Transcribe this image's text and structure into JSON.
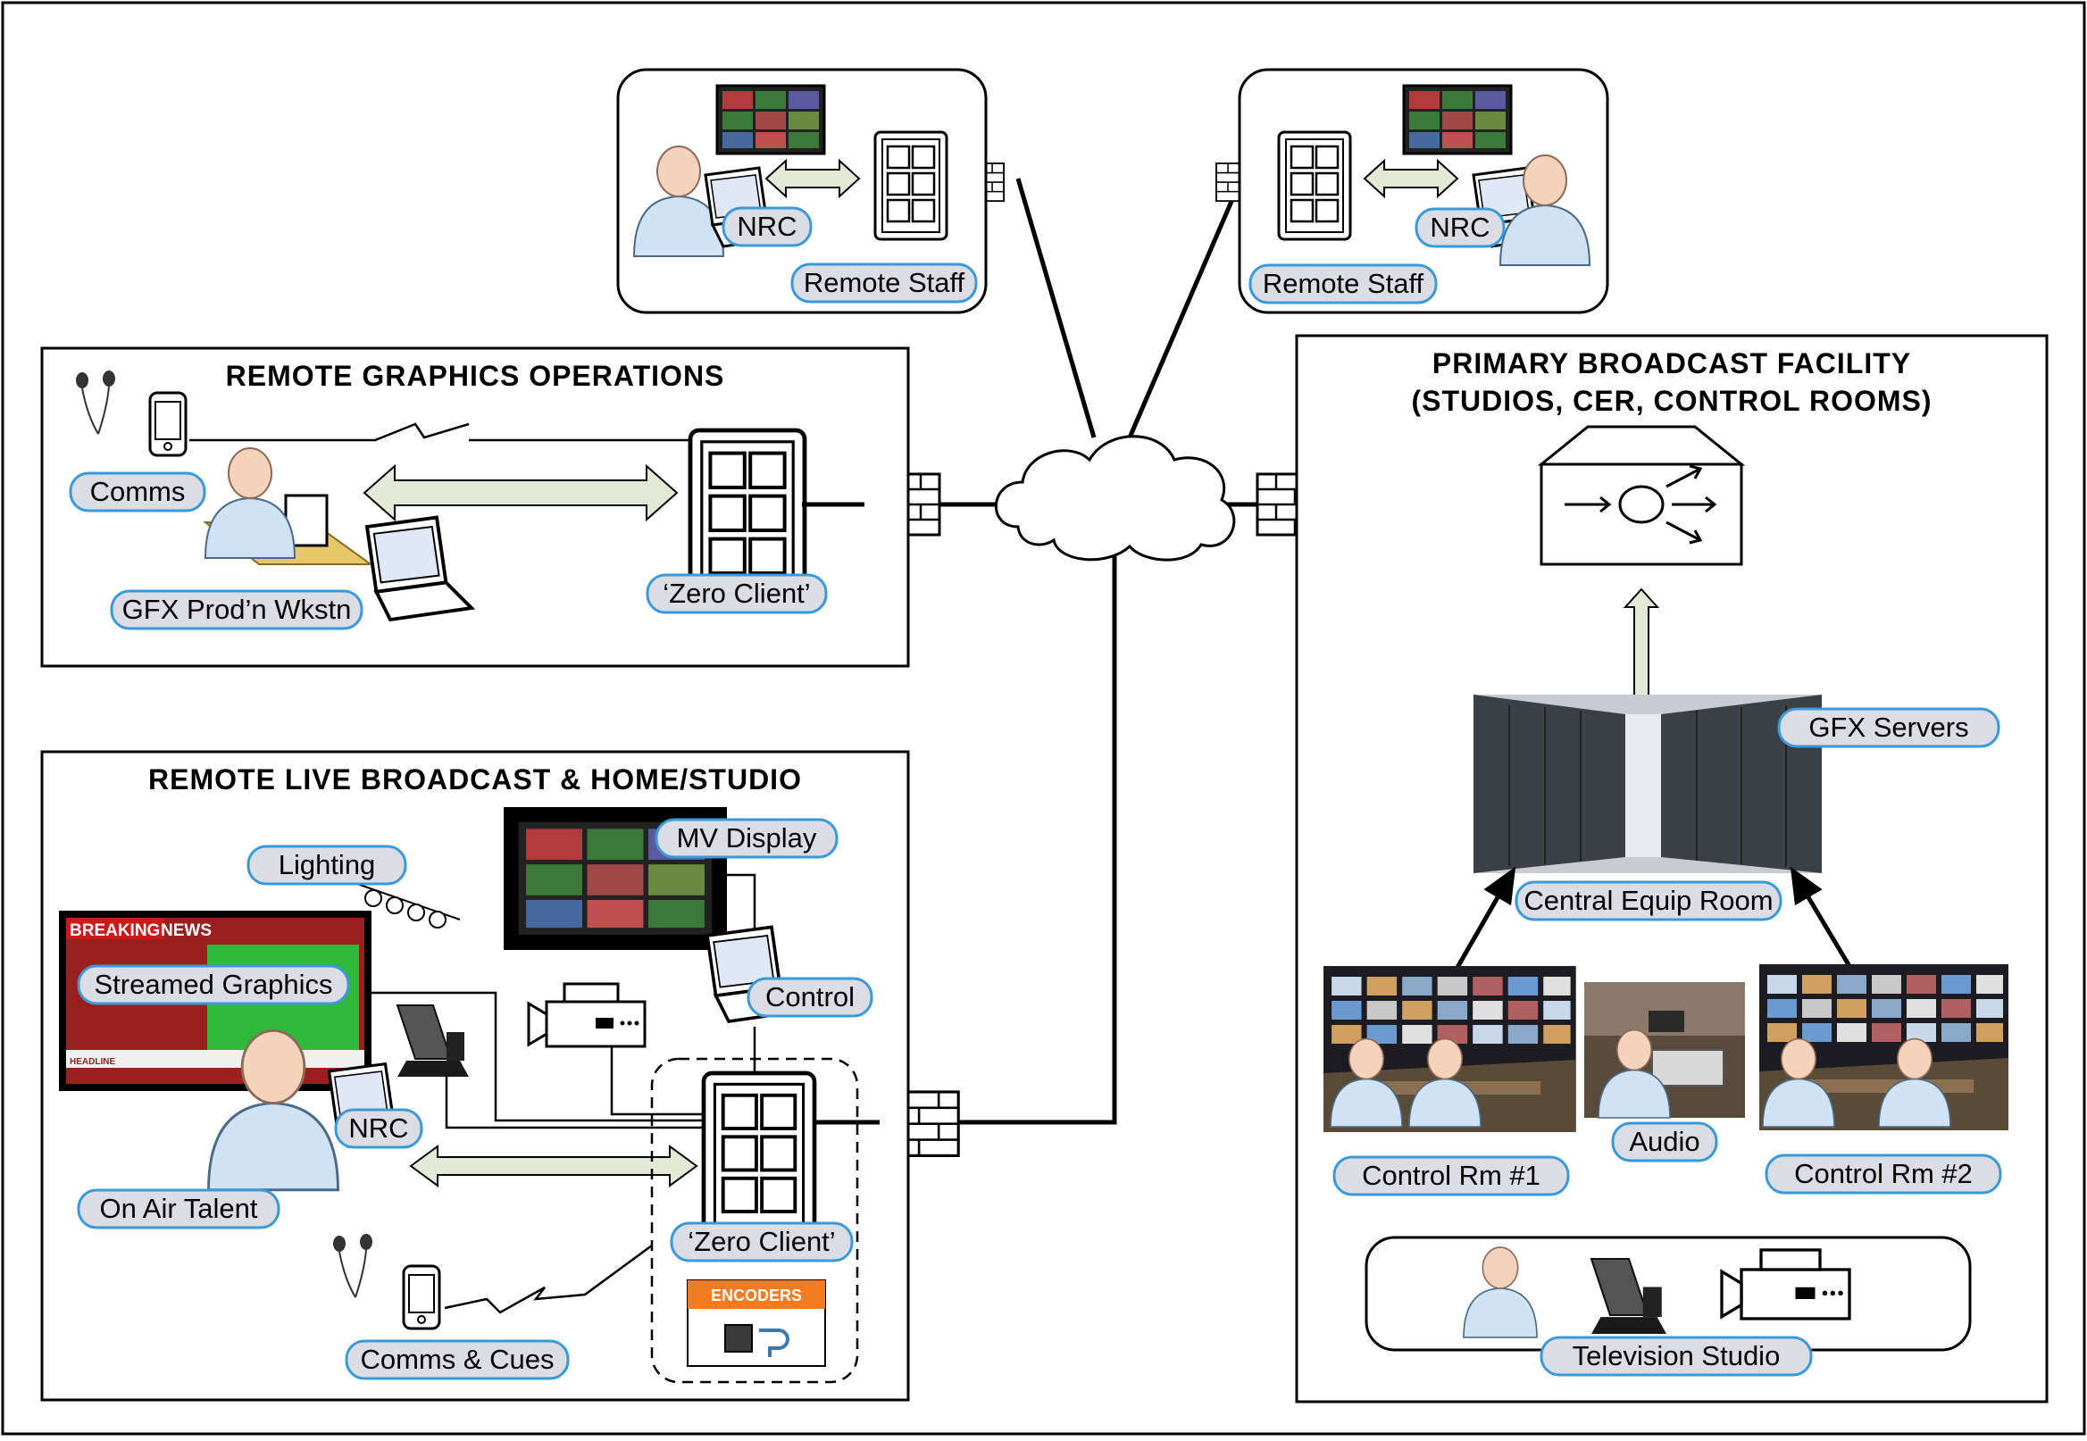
{
  "titles": {
    "remote_graphics": "REMOTE GRAPHICS OPERATIONS",
    "remote_live": "REMOTE  LIVE BROADCAST & HOME/STUDIO",
    "primary_line1": "PRIMARY BROADCAST FACILITY",
    "primary_line2": "(STUDIOS, CER, CONTROL ROOMS)"
  },
  "labels": {
    "remote_staff_left_nrc": "NRC",
    "remote_staff_left": "Remote Staff",
    "remote_staff_right_nrc": "NRC",
    "remote_staff_right": "Remote Staff",
    "comms": "Comms",
    "gfx_prodn_wkstn": "GFX Prod’n Wkstn",
    "zero_client_gfx": "‘Zero Client’",
    "lighting": "Lighting",
    "mv_display": "MV Display",
    "streamed_graphics": "Streamed Graphics",
    "control": "Control",
    "nrc_talent": "NRC",
    "on_air_talent": "On Air Talent",
    "zero_client_live": "‘Zero Client’",
    "comms_and_cues": "Comms & Cues",
    "encoders": "ENCODERS",
    "gfx_servers": "GFX Servers",
    "central_equip_room": "Central Equip Room",
    "control_rm_1": "Control Rm #1",
    "audio": "Audio",
    "control_rm_2": "Control Rm #2",
    "television_studio": "Television Studio",
    "breaking": "BREAKING",
    "news": "NEWS",
    "headline": "HEADLINE"
  },
  "colors": {
    "label_fill": "#dcdde4",
    "label_border": "#3a9ad9",
    "arrow_fill": "#e2e9d6",
    "encoder_orange": "#f47b20",
    "person_fill": "#cfe3f4",
    "rack_dark": "#3b4046"
  }
}
